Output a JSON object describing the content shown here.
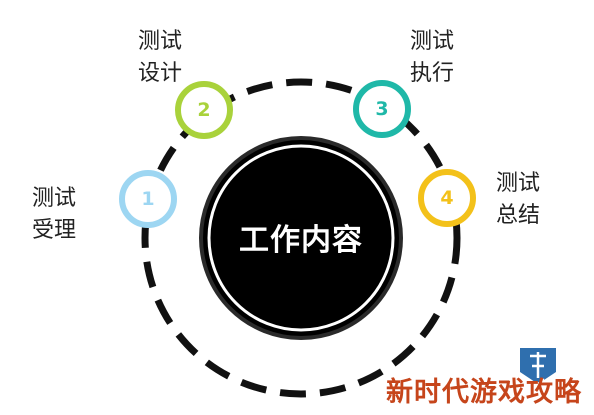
{
  "center": {
    "text": "工作内容"
  },
  "steps": [
    {
      "number": "1",
      "line1": "测试",
      "line2": "受理",
      "color": "#9dd6f2"
    },
    {
      "number": "2",
      "line1": "测试",
      "line2": "设计",
      "color": "#a9d23b"
    },
    {
      "number": "3",
      "line1": "测试",
      "line2": "执行",
      "color": "#1fb8a8"
    },
    {
      "number": "4",
      "line1": "测试",
      "line2": "总结",
      "color": "#f3c11a"
    }
  ],
  "watermark": {
    "text": "新时代游戏攻略"
  },
  "colors": {
    "ring": "#111111",
    "center_fill": "#000000",
    "center_border": "#2a2a2a",
    "watermark": "#c6451b",
    "logo": "#2f6fae"
  }
}
